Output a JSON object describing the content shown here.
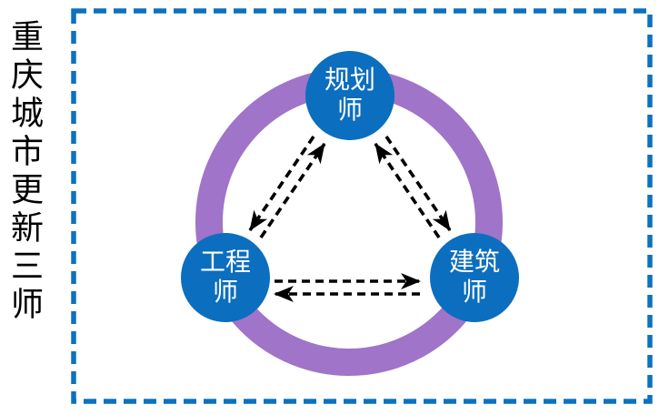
{
  "title": {
    "text": "重庆城市更新三师"
  },
  "colors": {
    "node-blue": "#0C6EBE",
    "ring-purple": "#A074C8",
    "border-blue": "#0C72BF",
    "arrow-black": "#000000",
    "text-white": "#FFFFFF",
    "title-black": "#000000"
  },
  "diagram": {
    "nodes": [
      {
        "id": "planner",
        "label": "规划师",
        "line1": "规划",
        "line2": "师"
      },
      {
        "id": "engineer",
        "label": "工程师",
        "line1": "工程",
        "line2": "师"
      },
      {
        "id": "architect",
        "label": "建筑师",
        "line1": "建筑",
        "line2": "师"
      }
    ],
    "relations": [
      {
        "from": "planner",
        "to": "engineer",
        "style": "dashed-arrow"
      },
      {
        "from": "engineer",
        "to": "planner",
        "style": "dashed-arrow"
      },
      {
        "from": "planner",
        "to": "architect",
        "style": "dashed-arrow"
      },
      {
        "from": "architect",
        "to": "planner",
        "style": "dashed-arrow"
      },
      {
        "from": "engineer",
        "to": "architect",
        "style": "dashed-arrow"
      },
      {
        "from": "architect",
        "to": "engineer",
        "style": "dashed-arrow"
      }
    ]
  }
}
